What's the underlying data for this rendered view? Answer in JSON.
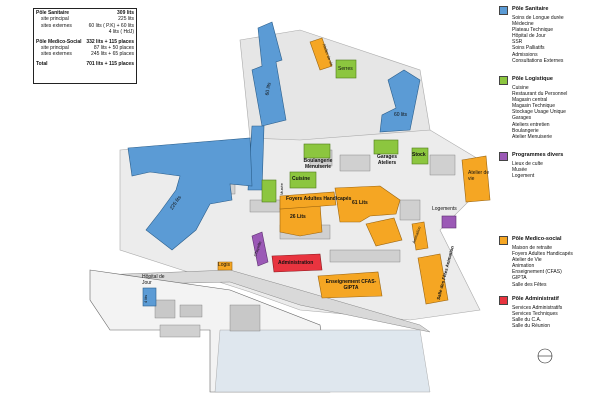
{
  "stats": {
    "rows": [
      {
        "label": "Pôle Sanitaire",
        "value": "309 lits",
        "head": true
      },
      {
        "label": "site principal",
        "value": "225 lits",
        "head": false
      },
      {
        "label": "sites externes",
        "value": "60 lits ( P.K) + 60 lits",
        "head": false
      },
      {
        "label": "",
        "value": "4 lits ( HdJ)",
        "head": false
      },
      {
        "label": "Pôle Medico-Social",
        "value": "332 lits + 115 places",
        "head": true
      },
      {
        "label": "site principal",
        "value": "87 lits + 50 places",
        "head": false
      },
      {
        "label": "sites externes",
        "value": "245 lits + 65 places",
        "head": false
      },
      {
        "label": "Total",
        "value": "701 lits + 115 places",
        "head": true
      }
    ]
  },
  "legend": [
    {
      "title": "Pôle Sanitaire",
      "color": "#5b9bd5",
      "items": [
        "Soins de Longue durée",
        "Médecine",
        "Plateau Technique",
        "Hôpital de Jour",
        "SSR",
        "Soins Palliatifs",
        "Admissions",
        "Consultations Externes"
      ]
    },
    {
      "title": "Pôle Logistique",
      "color": "#8cc63f",
      "items": [
        "Cuisine",
        "Restaurant du Personnel",
        "Magasin central",
        "Magasin Technique",
        "Stockage Usage Unique",
        "Garages",
        "Ateliers entretien",
        "Boulangerie",
        "Atelier Menuiserie"
      ]
    },
    {
      "title": "Programmes divers",
      "color": "#9b59b6",
      "items": [
        "Lieux de culte",
        "Musée",
        "Logement"
      ]
    },
    {
      "title": "Pôle Medico-social",
      "color": "#f5a623",
      "items": [
        "Maison de retraite",
        "Foyers Adultes Handicapés",
        "Atelier de Vie",
        "Animation",
        "Enseignement (CFAS)",
        "GIPTA",
        "Salle des Fêtes"
      ]
    },
    {
      "title": "Pôle Administratif",
      "color": "#e8343f",
      "items": [
        "Services Administratifs",
        "Services Techniques",
        "Salle du C.A.",
        "Salle du Réunion"
      ]
    }
  ],
  "labels": {
    "lits60a": "60 lits",
    "lits60b": "60 lits",
    "atelier_vie_top": "Atelier de vie",
    "serres": "Serres",
    "boulangerie": "Boulangerie Menuiserie",
    "garages": "Garages Ateliers",
    "stock": "Stock",
    "atelier_vie_right": "Atelier de vie",
    "lits225": "225 lits",
    "cuisine": "Cuisine",
    "foyers": "Foyers Adultes Handicapés",
    "lits61": "61 Lits",
    "lits26": "26 Lits",
    "logements": "Logements",
    "animation": "Animation",
    "chapelle": "Chapelle",
    "administration": "Administration",
    "logis": "Logis",
    "gipta": "Enseignement CFAS-GIPTA",
    "salle_fetes": "Salle des Fêtes Animation",
    "hopital_jour": "Hôpital de Jour",
    "lits4": "4 lits",
    "musee": "Musée"
  }
}
